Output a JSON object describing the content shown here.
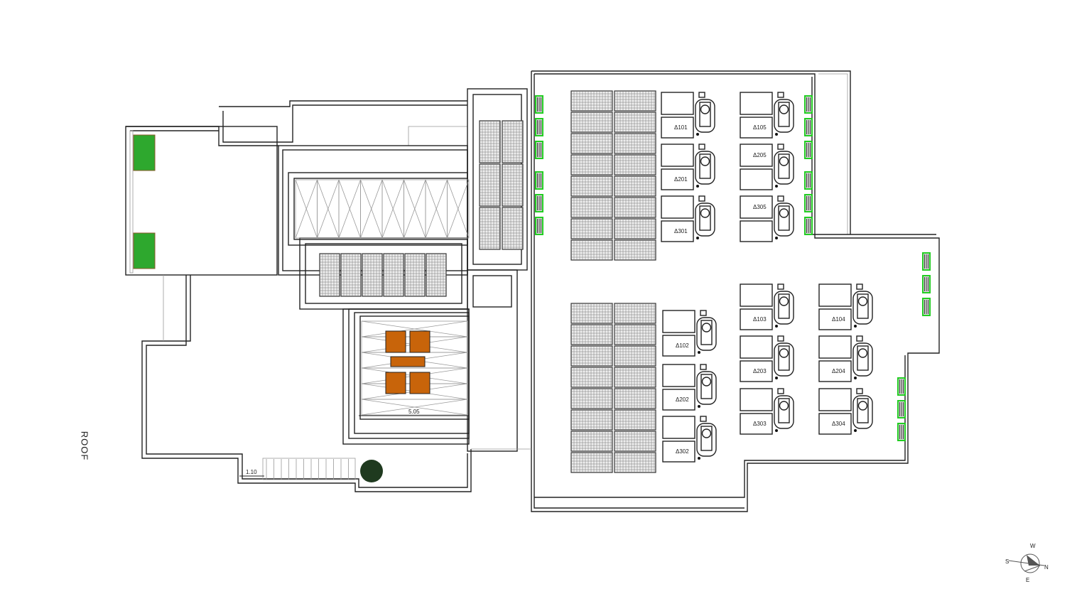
{
  "plan": {
    "title": "ROOF",
    "dimensions": [
      "5.05",
      "1.10"
    ],
    "compass": {
      "n": "N",
      "s": "S",
      "e": "E",
      "w": "W"
    },
    "units_top_left": [
      "Δ101",
      "Δ201",
      "Δ301"
    ],
    "units_top_right": [
      "Δ105",
      "Δ205",
      "Δ305"
    ],
    "units_bottom_left": [
      "Δ102",
      "Δ202",
      "Δ302"
    ],
    "units_bottom_mid": [
      "Δ103",
      "Δ203",
      "Δ303"
    ],
    "units_bottom_right": [
      "Δ104",
      "Δ204",
      "Δ304"
    ],
    "colors": {
      "wall": "#222222",
      "radiator": "#22cc22",
      "furniture": "#c8640a",
      "panel": "#444444"
    }
  }
}
